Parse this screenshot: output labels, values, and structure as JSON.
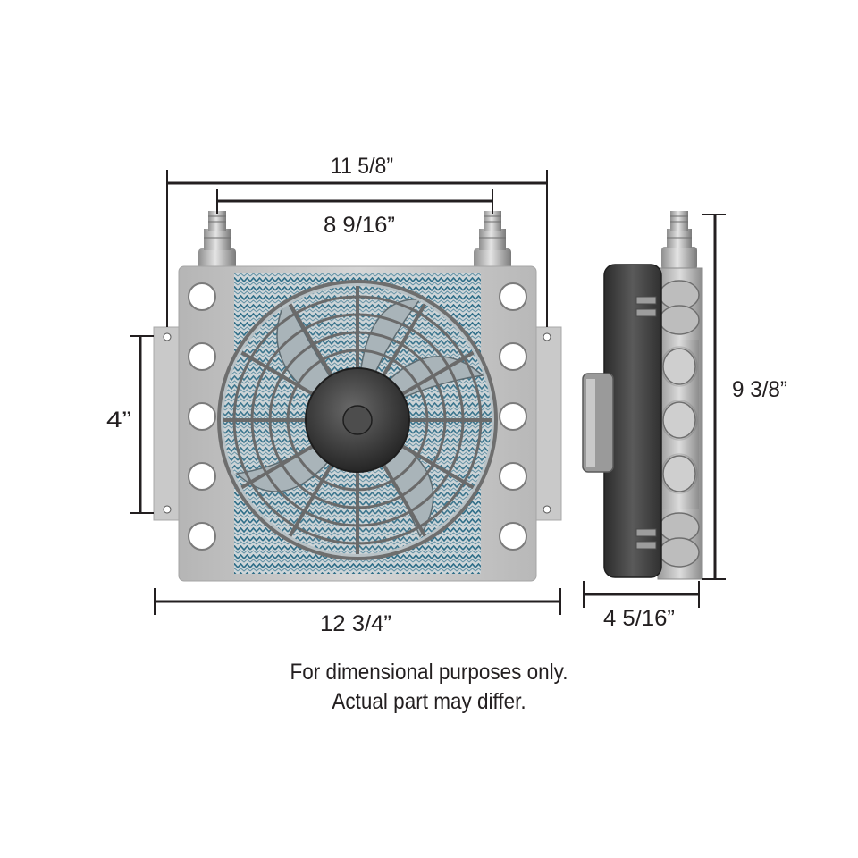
{
  "dimensions": {
    "overall_mount_width": "11 5/8”",
    "fitting_spacing": "8 9/16”",
    "mount_hole_spacing": "4”",
    "total_width": "12 3/4”",
    "height": "9 3/8”",
    "depth": "4 5/16”"
  },
  "disclaimer": {
    "line1": "For dimensional purposes only.",
    "line2": "Actual part may differ."
  },
  "colors": {
    "line": "#231f20",
    "plate": "#c2c2c2",
    "fan_body": "#4a4a4a",
    "fin_blue": "#2f6e88"
  }
}
